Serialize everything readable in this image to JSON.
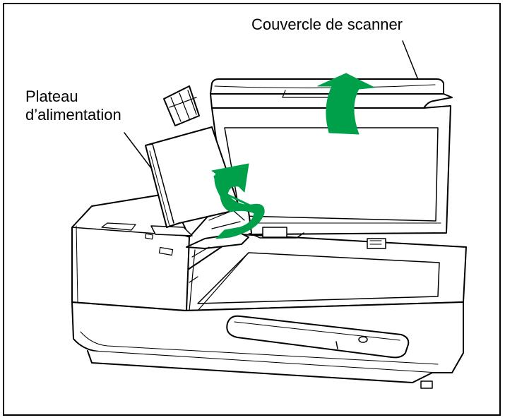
{
  "labels": {
    "scanner_cover": "Couvercle de scanner",
    "feed_tray_line1": "Plateau",
    "feed_tray_line2": "d’alimentation"
  },
  "colors": {
    "arrow": "#00a04a",
    "line": "#000000",
    "background": "#ffffff"
  },
  "icons": {
    "cover_arrow": "curved-up-arrow-icon",
    "tray_arrow": "curved-rotate-arrow-icon"
  }
}
